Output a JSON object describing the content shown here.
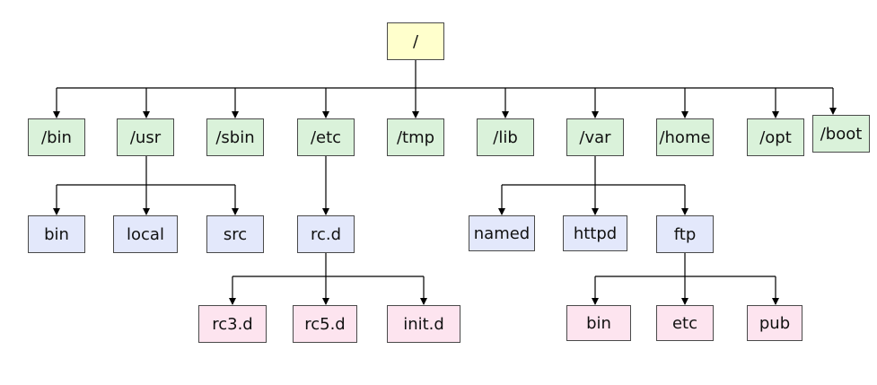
{
  "tree": {
    "root": {
      "label": "/"
    },
    "level1": [
      {
        "id": "bin",
        "label": "/bin"
      },
      {
        "id": "usr",
        "label": "/usr"
      },
      {
        "id": "sbin",
        "label": "/sbin"
      },
      {
        "id": "etc",
        "label": "/etc"
      },
      {
        "id": "tmp",
        "label": "/tmp"
      },
      {
        "id": "lib",
        "label": "/lib"
      },
      {
        "id": "var",
        "label": "/var"
      },
      {
        "id": "home",
        "label": "/home"
      },
      {
        "id": "opt",
        "label": "/opt"
      },
      {
        "id": "boot",
        "label": "/boot"
      }
    ],
    "usr_children": [
      {
        "id": "usr-bin",
        "label": "bin"
      },
      {
        "id": "usr-local",
        "label": "local"
      },
      {
        "id": "usr-src",
        "label": "src"
      }
    ],
    "etc_children": [
      {
        "id": "etc-rcd",
        "label": "rc.d"
      }
    ],
    "var_children": [
      {
        "id": "var-named",
        "label": "named"
      },
      {
        "id": "var-httpd",
        "label": "httpd"
      },
      {
        "id": "var-ftp",
        "label": "ftp"
      }
    ],
    "rcd_children": [
      {
        "id": "rcd-rc3",
        "label": "rc3.d"
      },
      {
        "id": "rcd-rc5",
        "label": "rc5.d"
      },
      {
        "id": "rcd-init",
        "label": "init.d"
      }
    ],
    "ftp_children": [
      {
        "id": "ftp-bin",
        "label": "bin"
      },
      {
        "id": "ftp-etc",
        "label": "etc"
      },
      {
        "id": "ftp-pub",
        "label": "pub"
      }
    ]
  },
  "colors": {
    "root_fill": "#ffffcc",
    "level1_fill": "#daf2da",
    "level2_fill": "#e3e8fb",
    "level3_fill": "#fde4ef",
    "border": "#4a4a4a",
    "connector": "#000000"
  }
}
